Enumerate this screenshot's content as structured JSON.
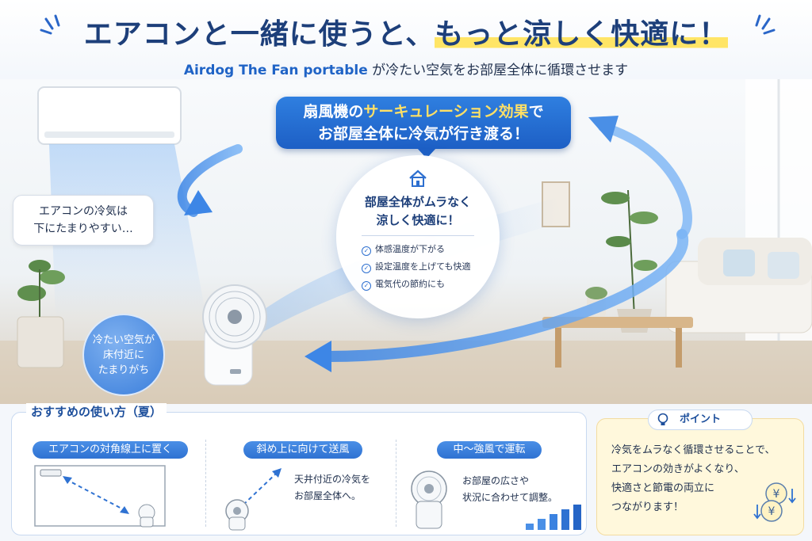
{
  "header": {
    "headline_prefix": "エアコンと一緒に使うと、",
    "headline_highlight": "もっと涼しく快適に！",
    "subline_brand": "Airdog The Fan portable",
    "subline_rest": " が冷たい空気をお部屋全体に循環させます"
  },
  "scene": {
    "callout": {
      "line1_prefix": "扇風機の",
      "line1_highlight": "サーキュレーション効果",
      "line1_suffix": "で",
      "line2": "お部屋全体に冷気が行き渡る！"
    },
    "ac_note": {
      "line1": "エアコンの冷気は",
      "line2": "下にたまりやすい…"
    },
    "floor_note": {
      "line1": "冷たい空気が",
      "line2": "床付近に",
      "line3": "たまりがち"
    },
    "center": {
      "title_line1": "部屋全体がムラなく",
      "title_line2": "涼しく快適に！",
      "benefits": [
        "体感温度が下がる",
        "設定温度を上げても快適",
        "電気代の節約にも"
      ]
    }
  },
  "usage": {
    "title": "おすすめの使い方（夏）",
    "steps": [
      {
        "label": "エアコンの対角線上に置く"
      },
      {
        "label": "斜め上に向けて送風",
        "text_line1": "天井付近の冷気を",
        "text_line2": "お部屋全体へ。"
      },
      {
        "label": "中〜強風で運転",
        "text_line1": "お部屋の広さや",
        "text_line2": "状況に合わせて調整。"
      }
    ]
  },
  "point": {
    "title": "ポイント",
    "lines": [
      "冷気をムラなく循環させることで、",
      "エアコンの効きがよくなり、",
      "快適さと節電の両立に",
      "つながります！"
    ],
    "coin_symbol": "¥"
  },
  "colors": {
    "navy": "#1d3f7a",
    "accent_blue": "#2f7fe0",
    "highlight_yellow": "#ffe566",
    "point_bg": "#fff8dc"
  },
  "icons": [
    "sparkle-icon",
    "home-icon",
    "check-icon",
    "lightbulb-icon",
    "coin-icon",
    "air-conditioner-icon",
    "fan-icon",
    "plant-icon",
    "sofa-icon",
    "table-icon",
    "bar-level-icon"
  ]
}
